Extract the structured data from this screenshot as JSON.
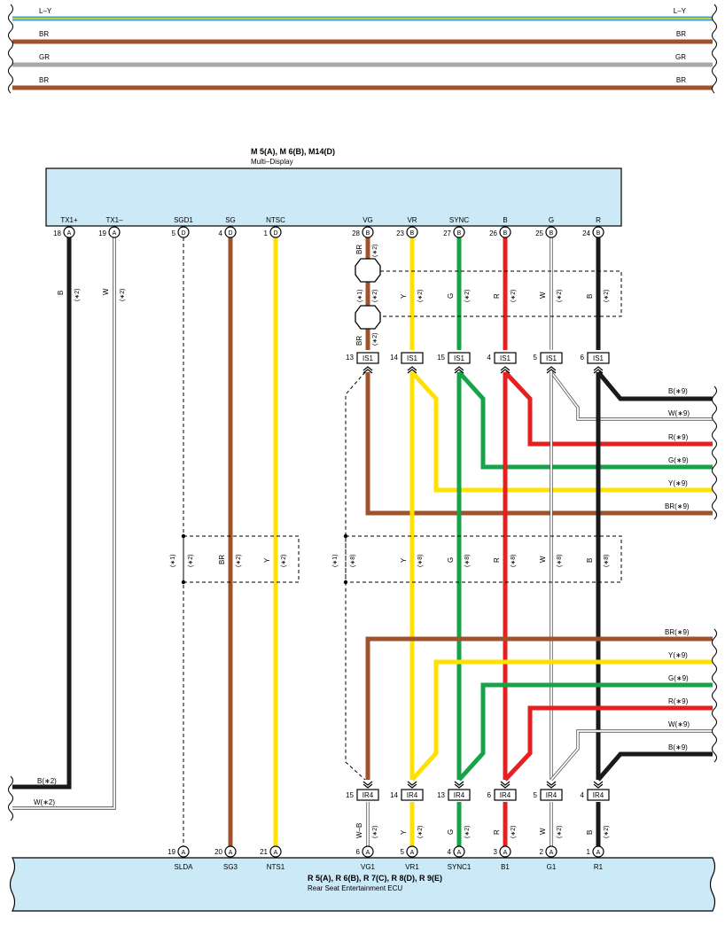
{
  "top_wires": [
    {
      "label_left": "L–Y",
      "label_right": "L–Y",
      "color": "#3a9fd8",
      "stroke": "#e6e600",
      "double": true
    },
    {
      "label_left": "BR",
      "label_right": "BR",
      "color": "#a0522d"
    },
    {
      "label_left": "GR",
      "label_right": "GR",
      "color": "#a8a8a8"
    },
    {
      "label_left": "BR",
      "label_right": "BR",
      "color": "#a0522d"
    }
  ],
  "display": {
    "title": "M 5(A), M 6(B), M14(D)",
    "subtitle": "Multi–Display",
    "fill": "#cce9f7"
  },
  "ecu": {
    "title": "R 5(A), R 6(B), R 7(C), R 8(D), R 9(E)",
    "subtitle": "Rear Seat Entertainment ECU",
    "fill": "#cce9f7"
  },
  "top_pins": [
    {
      "name": "TX1+",
      "num": "18",
      "conn": "A"
    },
    {
      "name": "TX1–",
      "num": "19",
      "conn": "A"
    },
    {
      "name": "SGD1",
      "num": "5",
      "conn": "D"
    },
    {
      "name": "SG",
      "num": "4",
      "conn": "D"
    },
    {
      "name": "NTSC",
      "num": "1",
      "conn": "D"
    },
    {
      "name": "VG",
      "num": "28",
      "conn": "B"
    },
    {
      "name": "VR",
      "num": "23",
      "conn": "B"
    },
    {
      "name": "SYNC",
      "num": "27",
      "conn": "B"
    },
    {
      "name": "B",
      "num": "26",
      "conn": "B"
    },
    {
      "name": "G",
      "num": "25",
      "conn": "B"
    },
    {
      "name": "R",
      "num": "24",
      "conn": "B"
    }
  ],
  "bottom_pins": [
    {
      "name": "SLDA",
      "num": "19",
      "conn": "A"
    },
    {
      "name": "SG3",
      "num": "20",
      "conn": "A"
    },
    {
      "name": "NTS1",
      "num": "21",
      "conn": "A"
    },
    {
      "name": "VG1",
      "num": "6",
      "conn": "A"
    },
    {
      "name": "VR1",
      "num": "5",
      "conn": "A"
    },
    {
      "name": "SYNC1",
      "num": "4",
      "conn": "A"
    },
    {
      "name": "B1",
      "num": "3",
      "conn": "A"
    },
    {
      "name": "G1",
      "num": "2",
      "conn": "A"
    },
    {
      "name": "R1",
      "num": "1",
      "conn": "A"
    }
  ],
  "is1_connectors": [
    {
      "num": "13",
      "label": "IS1"
    },
    {
      "num": "14",
      "label": "IS1"
    },
    {
      "num": "15",
      "label": "IS1"
    },
    {
      "num": "4",
      "label": "IS1"
    },
    {
      "num": "5",
      "label": "IS1"
    },
    {
      "num": "6",
      "label": "IS1"
    }
  ],
  "ir4_connectors": [
    {
      "num": "15",
      "label": "IR4"
    },
    {
      "num": "14",
      "label": "IR4"
    },
    {
      "num": "13",
      "label": "IR4"
    },
    {
      "num": "6",
      "label": "IR4"
    },
    {
      "num": "5",
      "label": "IR4"
    },
    {
      "num": "4",
      "label": "IR4"
    }
  ],
  "wire_colors": {
    "B": "#1a1a1a",
    "W": "#ffffff",
    "BR": "#a0522d",
    "Y": "#ffe000",
    "G": "#17a34a",
    "R": "#e62020",
    "GR": "#a8a8a8"
  },
  "note_tags": {
    "n1": "(∗1)",
    "n2": "(∗2)",
    "n8": "(∗8)",
    "n9": "(∗9)"
  },
  "wire_labels": {
    "B": "B",
    "W": "W",
    "BR": "BR",
    "Y": "Y",
    "G": "G",
    "R": "R",
    "WB": "W–B"
  },
  "right_upper_exits": [
    "B(∗9)",
    "W(∗9)",
    "R(∗9)",
    "G(∗9)",
    "Y(∗9)",
    "BR(∗9)"
  ],
  "right_lower_exits": [
    "BR(∗9)",
    "Y(∗9)",
    "G(∗9)",
    "R(∗9)",
    "W(∗9)",
    "B(∗9)"
  ],
  "left_exits": [
    "B(∗2)",
    "W(∗2)"
  ]
}
